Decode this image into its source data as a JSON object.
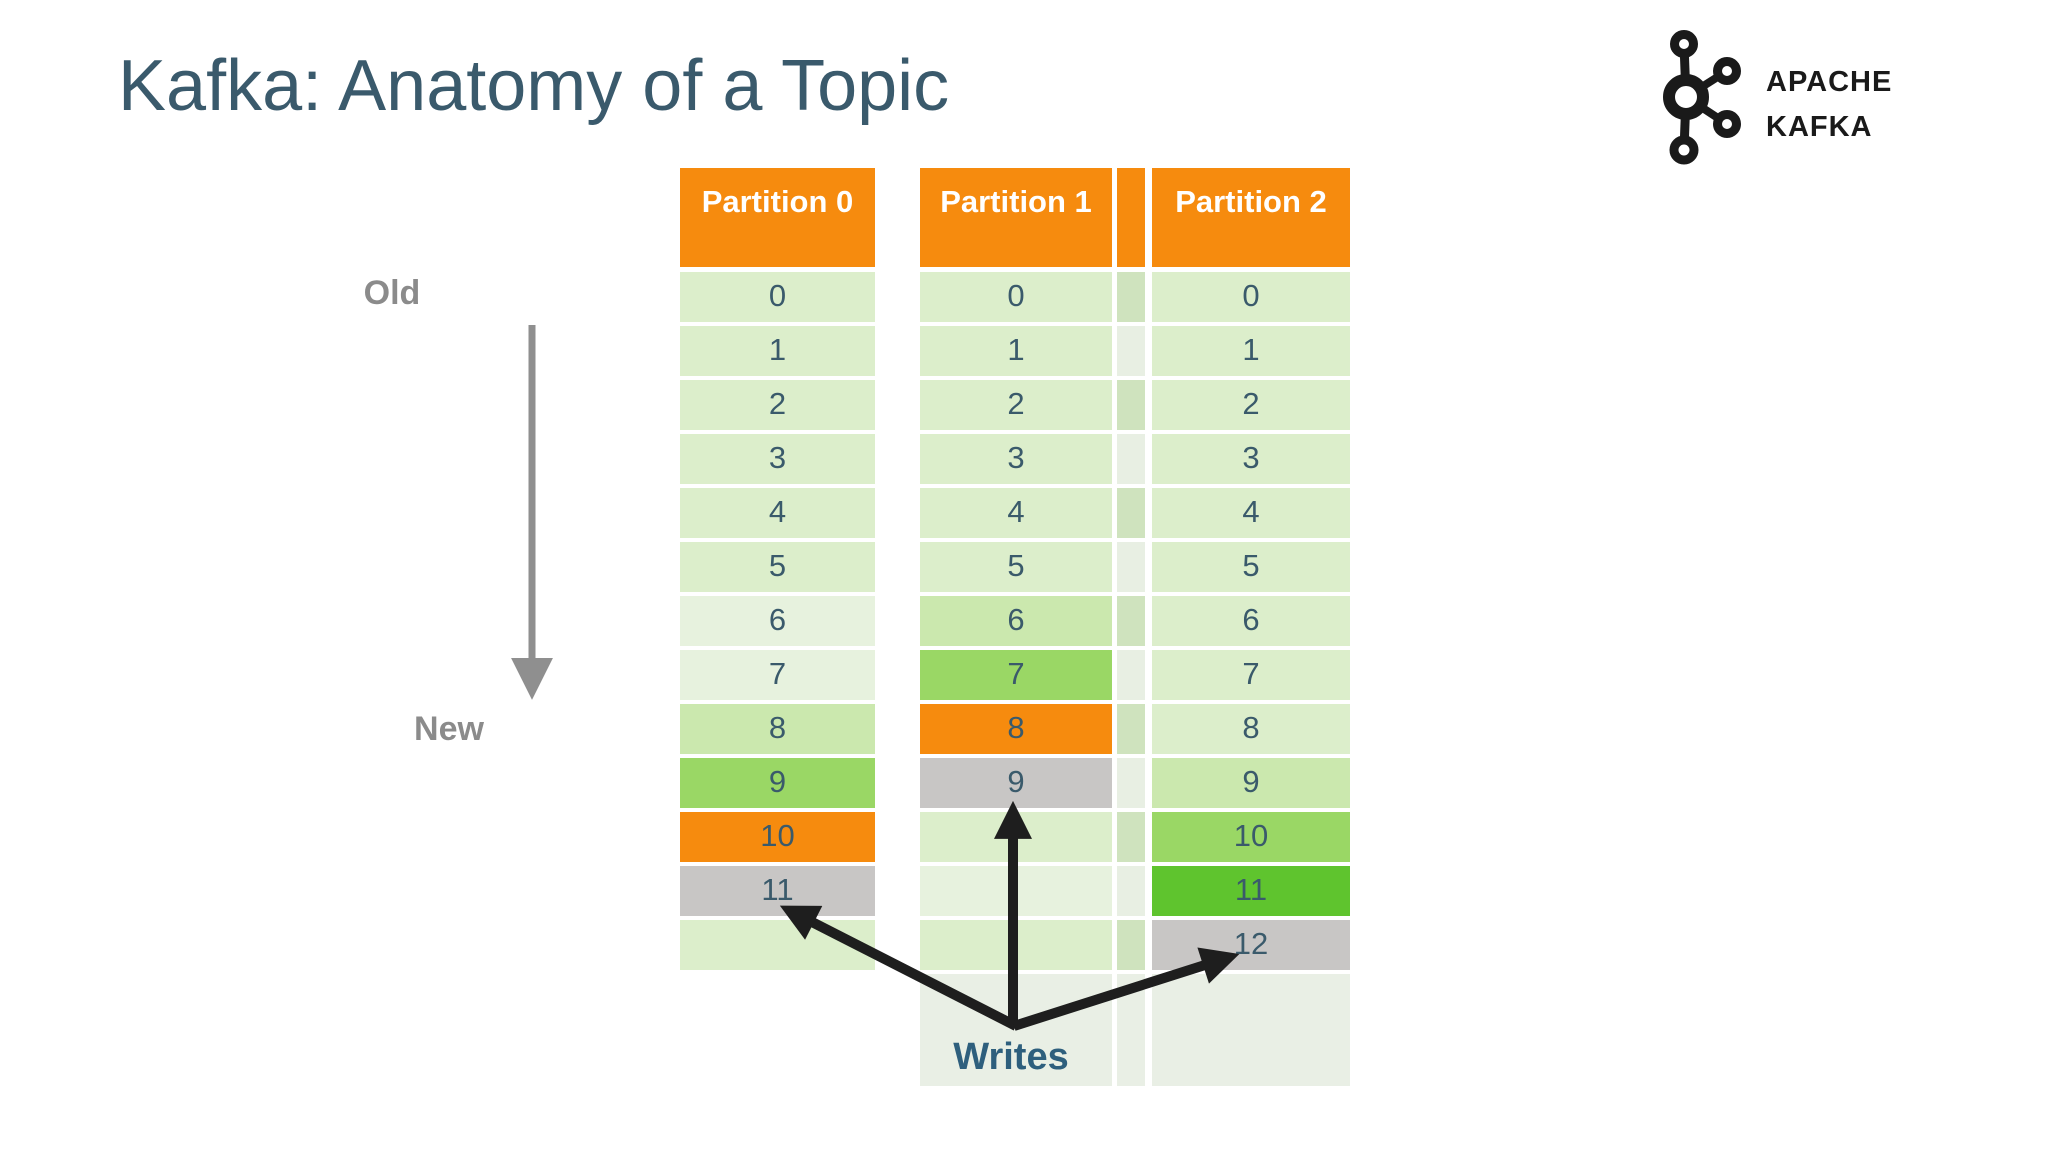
{
  "slide": {
    "title": "Kafka: Anatomy of a Topic"
  },
  "logo": {
    "brand_line1": "APACHE",
    "brand_line2": "KAFKA"
  },
  "labels": {
    "old": "Old",
    "new": "New",
    "writes": "Writes"
  },
  "colors": {
    "title_text": "#3A5A6C",
    "header_bg": "#F68B0E",
    "header_text": "#FFFFFF",
    "cell_text": "#3A5A6B",
    "gray_label": "#8B8B8B",
    "writes_text": "#2E5F7D",
    "arrow_black": "#1E1E1E",
    "arrow_gray": "#8F8F8F",
    "green": "#DCEECB",
    "greenPale": "#E7F2DE",
    "greenMid": "#CBE8AE",
    "greenBright": "#9AD765",
    "greenVivid": "#5FC42E",
    "orange": "#F68B0E",
    "grayCell": "#C8C6C5",
    "paleTall": "#E9EFE5",
    "spacerGreen": "#CFE3BE",
    "spacerPale": "#E8EFE3"
  },
  "table": {
    "columns": [
      {
        "id": "partition-0",
        "header": "Partition 0",
        "cells": [
          {
            "label": "0",
            "shade": "green"
          },
          {
            "label": "1",
            "shade": "green"
          },
          {
            "label": "2",
            "shade": "green"
          },
          {
            "label": "3",
            "shade": "green"
          },
          {
            "label": "4",
            "shade": "green"
          },
          {
            "label": "5",
            "shade": "green"
          },
          {
            "label": "6",
            "shade": "greenPale"
          },
          {
            "label": "7",
            "shade": "greenPale"
          },
          {
            "label": "8",
            "shade": "greenMid"
          },
          {
            "label": "9",
            "shade": "greenBright"
          },
          {
            "label": "10",
            "shade": "orange"
          },
          {
            "label": "11",
            "shade": "grayCell"
          },
          {
            "label": "",
            "shade": "green"
          }
        ]
      },
      {
        "id": "partition-1",
        "header": "Partition 1",
        "cells": [
          {
            "label": "0",
            "shade": "green"
          },
          {
            "label": "1",
            "shade": "green"
          },
          {
            "label": "2",
            "shade": "green"
          },
          {
            "label": "3",
            "shade": "green"
          },
          {
            "label": "4",
            "shade": "green"
          },
          {
            "label": "5",
            "shade": "green"
          },
          {
            "label": "6",
            "shade": "greenMid"
          },
          {
            "label": "7",
            "shade": "greenBright"
          },
          {
            "label": "8",
            "shade": "orange"
          },
          {
            "label": "9",
            "shade": "grayCell"
          },
          {
            "label": "",
            "shade": "green"
          },
          {
            "label": "",
            "shade": "greenPale"
          },
          {
            "label": "",
            "shade": "green"
          },
          {
            "label": "",
            "shade": "paleTall",
            "tall": true
          }
        ]
      },
      {
        "id": "spacer",
        "header": "",
        "cells": [
          {
            "label": "",
            "shade": "spacerGreen"
          },
          {
            "label": "",
            "shade": "spacerPale"
          },
          {
            "label": "",
            "shade": "spacerGreen"
          },
          {
            "label": "",
            "shade": "spacerPale"
          },
          {
            "label": "",
            "shade": "spacerGreen"
          },
          {
            "label": "",
            "shade": "spacerPale"
          },
          {
            "label": "",
            "shade": "spacerGreen"
          },
          {
            "label": "",
            "shade": "spacerPale"
          },
          {
            "label": "",
            "shade": "spacerGreen"
          },
          {
            "label": "",
            "shade": "spacerPale"
          },
          {
            "label": "",
            "shade": "spacerGreen"
          },
          {
            "label": "",
            "shade": "spacerPale"
          },
          {
            "label": "",
            "shade": "spacerGreen"
          },
          {
            "label": "",
            "shade": "paleTall",
            "tall": true
          }
        ]
      },
      {
        "id": "partition-2",
        "header": "Partition 2",
        "cells": [
          {
            "label": "0",
            "shade": "green"
          },
          {
            "label": "1",
            "shade": "green"
          },
          {
            "label": "2",
            "shade": "green"
          },
          {
            "label": "3",
            "shade": "green"
          },
          {
            "label": "4",
            "shade": "green"
          },
          {
            "label": "5",
            "shade": "green"
          },
          {
            "label": "6",
            "shade": "green"
          },
          {
            "label": "7",
            "shade": "green"
          },
          {
            "label": "8",
            "shade": "green"
          },
          {
            "label": "9",
            "shade": "greenMid"
          },
          {
            "label": "10",
            "shade": "greenBright"
          },
          {
            "label": "11",
            "shade": "greenVivid"
          },
          {
            "label": "12",
            "shade": "grayCell"
          },
          {
            "label": "",
            "shade": "paleTall",
            "tall": true
          }
        ]
      }
    ]
  }
}
